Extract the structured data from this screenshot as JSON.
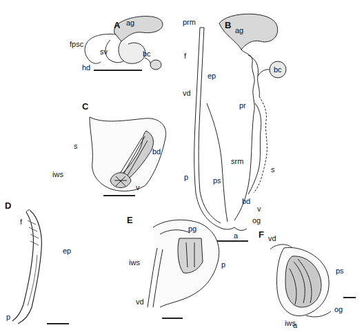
{
  "diagram": {
    "labels": [
      "A",
      "ag",
      "fpsc",
      "sv",
      "hd",
      "bc",
      "B",
      "prm",
      "ag",
      "bc",
      "f",
      "ep",
      "vd",
      "pr",
      "srm",
      "s",
      "p",
      "ps",
      "bd",
      "v",
      "og",
      "a",
      "C",
      "s",
      "bd",
      "iws",
      "v",
      "D",
      "f",
      "ep",
      "p",
      "E",
      "pg",
      "iws",
      "p",
      "vd",
      "F",
      "vd",
      "ps",
      "iws",
      "og",
      "a"
    ]
  }
}
